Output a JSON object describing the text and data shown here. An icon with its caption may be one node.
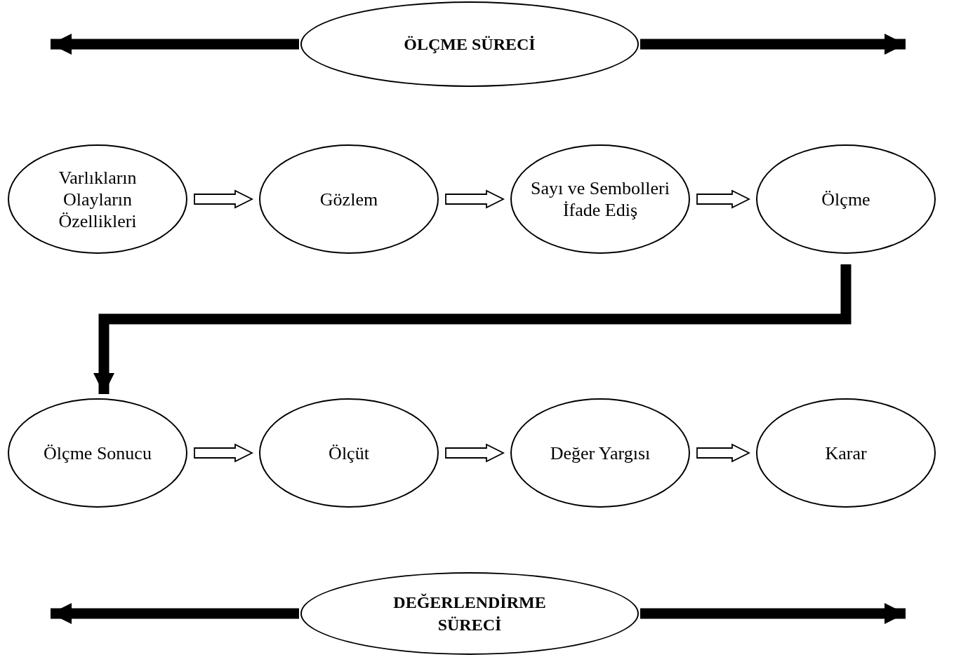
{
  "diagram": {
    "nodes": [
      {
        "text": [
          "ÖLÇME SÜRECİ"
        ]
      },
      {
        "text": [
          "Varlıkların Olayların Özellikleri"
        ]
      },
      {
        "text": [
          "Gözlem"
        ]
      },
      {
        "text": [
          "Sayı ve Sembolleri İfade Ediş"
        ]
      },
      {
        "text": [
          "Ölçme"
        ]
      },
      {
        "text": [
          "Ölçme Sonucu"
        ]
      },
      {
        "text": [
          "Ölçüt"
        ]
      },
      {
        "text": [
          "Değer Yargısı"
        ]
      },
      {
        "text": [
          "Karar"
        ]
      },
      {
        "text": [
          "DEĞERLENDİRME SÜRECİ"
        ]
      }
    ],
    "edges": [
      {
        "from": 0,
        "to": null,
        "arrow": "to"
      },
      {
        "from": 0,
        "to": null,
        "arrow": "to"
      },
      {
        "from": 1,
        "to": 2,
        "arrow": "to"
      },
      {
        "from": 2,
        "to": 3,
        "arrow": "to"
      },
      {
        "from": 3,
        "to": 4,
        "arrow": "to"
      },
      {
        "from": 4,
        "to": 5,
        "arrow": "to"
      },
      {
        "from": 5,
        "to": 6,
        "arrow": "to"
      },
      {
        "from": 6,
        "to": 7,
        "arrow": "to"
      },
      {
        "from": 7,
        "to": 8,
        "arrow": "to"
      },
      {
        "from": 9,
        "to": null,
        "arrow": "to"
      },
      {
        "from": 9,
        "to": null,
        "arrow": "to"
      }
    ]
  }
}
